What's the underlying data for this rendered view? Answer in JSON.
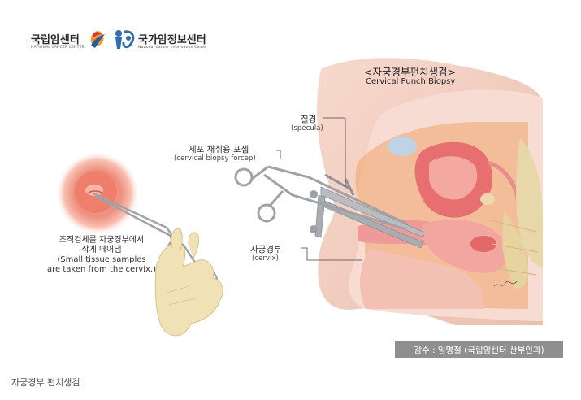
{
  "logos": {
    "ncc_kr": "국립암센터",
    "ncc_en": "NATIONAL CANCER CENTER",
    "cic_kr": "국가암정보센터",
    "cic_en": "National Cancer Information Center"
  },
  "title": {
    "kr": "<자궁경부펀치생검>",
    "en": "Cervical Punch Biopsy"
  },
  "labels": {
    "specula_kr": "질경",
    "specula_en": "(specula)",
    "forcep_kr": "세포 채취용 포셉",
    "forcep_en": "(cervical biopsy forcep)",
    "cervix_kr": "자궁경부",
    "cervix_en": "(cervix)"
  },
  "description": {
    "line1": "조직검체를 자궁경부에서",
    "line2": "작게 떼어냄",
    "line3": "(Small tissue samples",
    "line4": "are taken from the cervix.)"
  },
  "credit": "감수 : 임명철 (국립암센터 산부인과)",
  "caption": "자궁경부 펀치생검",
  "colors": {
    "skin": "#f2cfc2",
    "tissue_pink": "#f0a3a3",
    "tissue_red": "#d85c5c",
    "bone": "#e8d7a8",
    "glove": "#f1e2b5",
    "metal": "#a9adb1",
    "credit_bg": "#8f8f8f",
    "ncc_orange": "#f39a1e",
    "ncc_blue": "#1f5fa8",
    "cic_blue": "#2d6fb5"
  }
}
